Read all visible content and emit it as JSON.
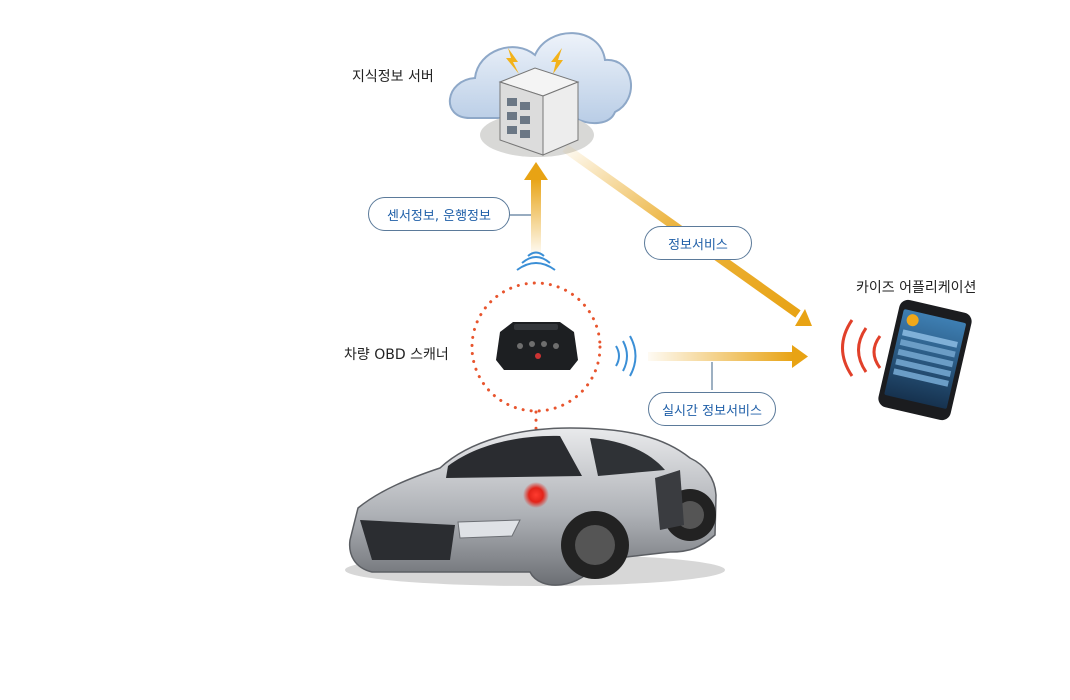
{
  "nodes": {
    "server": "지식정보 서버",
    "scanner": "차량 OBD 스캐너",
    "app": "카이즈 어플리케이션"
  },
  "edges": {
    "upload": "센서정보, 운행정보",
    "info_service": "정보서비스",
    "realtime_service": "실시간 정보서비스"
  },
  "colors": {
    "arrow": "#e8a314",
    "pill_border": "#5b7a9a",
    "pill_text": "#1f5fa8",
    "signal_blue": "#3b8fd6",
    "signal_red": "#e1402a",
    "dotted_red": "#e8552e",
    "cloud": "#c9d9ec"
  },
  "icons": [
    "cloud-icon",
    "server-icon",
    "lightning-icon",
    "obd-scanner-icon",
    "car-icon",
    "smartphone-icon",
    "wifi-signal-icon"
  ]
}
